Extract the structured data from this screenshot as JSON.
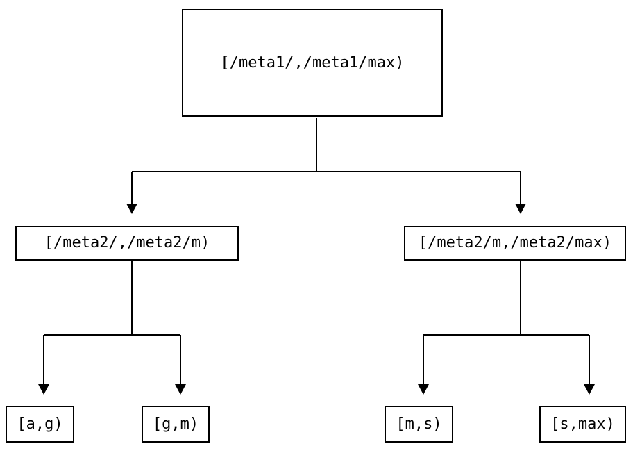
{
  "diagram": {
    "type": "tree",
    "background_color": "#ffffff",
    "line_color": "#000000",
    "text_color": "#000000",
    "nodes": {
      "root": {
        "label": "[/meta1/,/meta1/max)"
      },
      "meta2_left": {
        "label": "[/meta2/,/meta2/m)"
      },
      "meta2_right": {
        "label": "[/meta2/m,/meta2/max)"
      },
      "leaf_a_g": {
        "label": "[a,g)"
      },
      "leaf_g_m": {
        "label": "[g,m)"
      },
      "leaf_m_s": {
        "label": "[m,s)"
      },
      "leaf_s_max": {
        "label": "[s,max)"
      }
    },
    "edges": [
      {
        "from": "root",
        "to": "meta2_left"
      },
      {
        "from": "root",
        "to": "meta2_right"
      },
      {
        "from": "meta2_left",
        "to": "leaf_a_g"
      },
      {
        "from": "meta2_left",
        "to": "leaf_g_m"
      },
      {
        "from": "meta2_right",
        "to": "leaf_m_s"
      },
      {
        "from": "meta2_right",
        "to": "leaf_s_max"
      }
    ]
  }
}
